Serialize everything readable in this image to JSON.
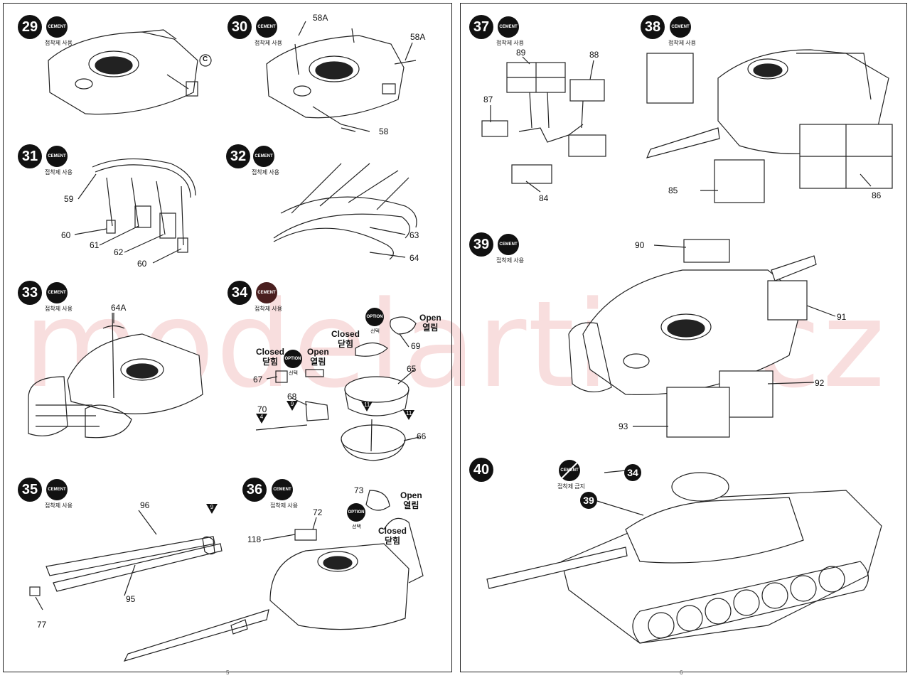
{
  "watermark": "modelartikl.cz",
  "cement_text": "CEMENT",
  "cement_caption": "접착제 사용",
  "no_cement_caption": "접착제 금지",
  "option_text": "OPTION",
  "option_caption": "선택",
  "open": {
    "en": "Open",
    "ko": "열림"
  },
  "closed": {
    "en": "Closed",
    "ko": "닫힘"
  },
  "steps": {
    "s29": "29",
    "s30": "30",
    "s31": "31",
    "s32": "32",
    "s33": "33",
    "s34": "34",
    "s35": "35",
    "s36": "36",
    "s37": "37",
    "s38": "38",
    "s39": "39",
    "s40": "40"
  },
  "ref_c": "C",
  "callouts": {
    "c34": "34",
    "c39": "39"
  },
  "triangles": {
    "t9a": "9",
    "t11a": "11",
    "t11b": "11",
    "t4": "4",
    "t9b": "9"
  },
  "parts": {
    "p58a_1": "58A",
    "p58a_2": "58A",
    "p58": "58",
    "p59": "59",
    "p60a": "60",
    "p61": "61",
    "p62": "62",
    "p60b": "60",
    "p63": "63",
    "p64": "64",
    "p64a": "64A",
    "p65": "65",
    "p66": "66",
    "p67": "67",
    "p68": "68",
    "p69": "69",
    "p70": "70",
    "p73": "73",
    "p72": "72",
    "p118": "118",
    "p95": "95",
    "p96": "96",
    "p77": "77",
    "p84": "84",
    "p87": "87",
    "p88": "88",
    "p89": "89",
    "p85": "85",
    "p86": "86",
    "p90": "90",
    "p91": "91",
    "p92": "92",
    "p93": "93"
  },
  "page_numbers": {
    "left": "5",
    "right": "6"
  }
}
